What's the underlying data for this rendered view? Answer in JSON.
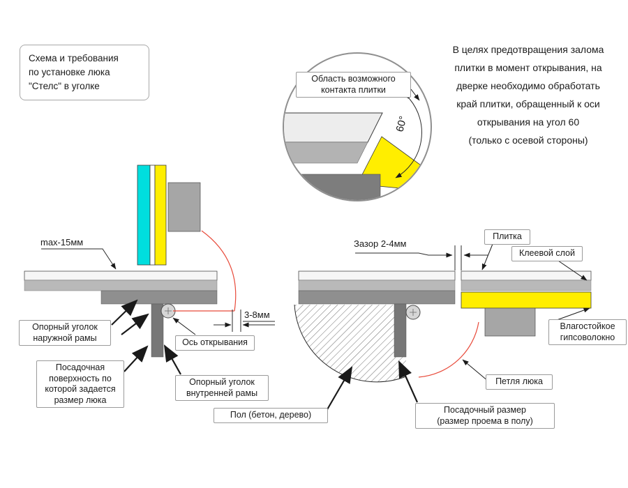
{
  "intro": {
    "text": "Схема и требования\nпо установке люка\n\"Стелс\" в уголке"
  },
  "note": {
    "text": "В целях предотвращения залома\nплитки в момент открывания, на\nдверке необходимо обработать\nкрай плитки, обращенный к оси\nоткрывания на угол 60\n(только с осевой стороны)"
  },
  "detail": {
    "label": "Область возможного\nконтакта плитки",
    "angle_label": "60°"
  },
  "left": {
    "max_label": "max-15мм",
    "gap_label": "3-8мм",
    "outer_angle_label": "Опорный уголок\nнаружной рамы",
    "axis_label": "Ось открывания",
    "seat_surface_label": "Посадочная\nповерхность по\nкоторой задается\nразмер люка",
    "inner_angle_label": "Опорный уголок\nвнутренней рамы",
    "floor_label": "Пол (бетон, дерево)"
  },
  "right": {
    "gap_label": "Зазор 2-4мм",
    "tile_label": "Плитка",
    "glue_label": "Клеевой слой",
    "gypsum_label": "Влагостойкое\nгипсоволокно",
    "hinge_label": "Петля люка",
    "seat_size_label": "Посадочный размер\n(размер проема в полу)"
  },
  "colors": {
    "tile_cyan": "#00dede",
    "gypsum_yellow": "#ffee00",
    "swing_red": "#e84a3a"
  }
}
